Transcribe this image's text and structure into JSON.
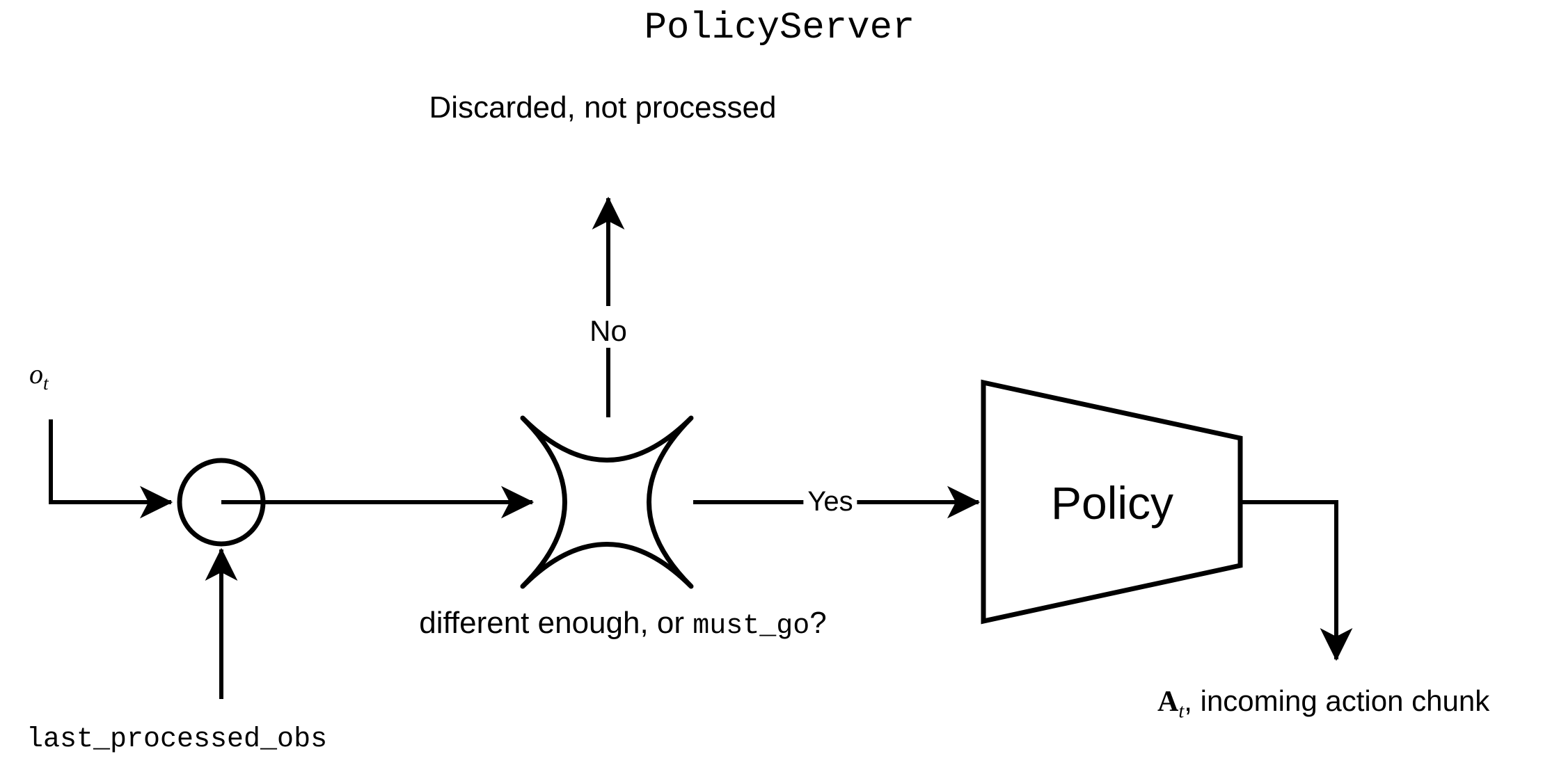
{
  "title": "PolicyServer",
  "nodes": {
    "merge_junction": "merge-circle",
    "decision": {
      "shape": "four-pointed-concave-star",
      "caption_prefix": "different enough, or ",
      "caption_code": "must_go",
      "caption_suffix": "?"
    },
    "policy": {
      "shape": "trapezoid",
      "label": "Policy"
    }
  },
  "labels": {
    "discarded": "Discarded, not processed",
    "branch_no": "No",
    "branch_yes": "Yes",
    "observation_symbol": "o",
    "observation_subscript": "t",
    "last_processed_obs": "last_processed_obs",
    "action_chunk_symbol": "A",
    "action_chunk_subscript": "t",
    "action_chunk_text": ", incoming action chunk"
  },
  "colors": {
    "background": "#ffffff",
    "stroke": "#000000",
    "text": "#000000"
  },
  "edges": [
    {
      "name": "obs-to-merge",
      "from": "observation",
      "to": "merge_junction",
      "arrow": true
    },
    {
      "name": "last-obs-to-merge",
      "from": "last_processed_obs",
      "to": "merge_junction",
      "arrow": true
    },
    {
      "name": "merge-to-decision",
      "from": "merge_junction",
      "to": "decision",
      "arrow": true
    },
    {
      "name": "decision-to-discarded",
      "from": "decision",
      "to": "discarded",
      "arrow": true,
      "label": "No"
    },
    {
      "name": "decision-to-policy",
      "from": "decision",
      "to": "policy",
      "arrow": true,
      "label": "Yes"
    },
    {
      "name": "policy-to-action",
      "from": "policy",
      "to": "action_chunk",
      "arrow": true
    }
  ]
}
